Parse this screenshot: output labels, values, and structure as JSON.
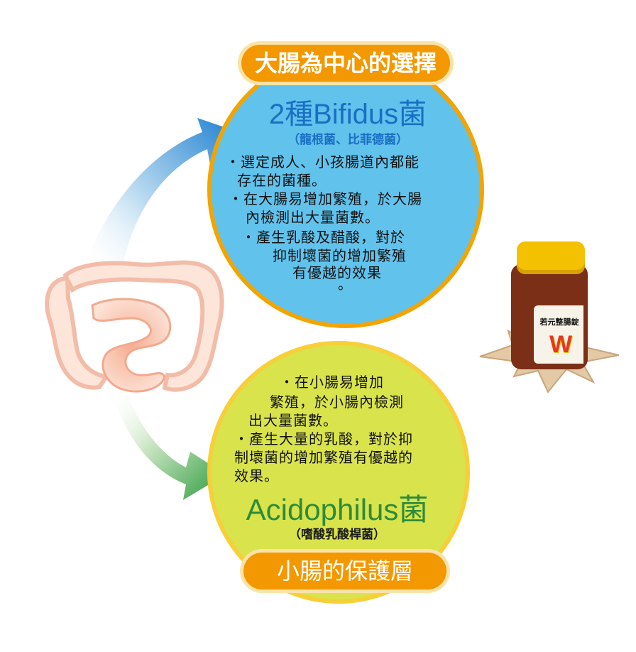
{
  "top_section": {
    "banner": "大腸為中心的選擇",
    "title": "2種Bifidus菌",
    "subtitle": "（龍根菌、比菲德菌）",
    "lines": [
      "・選定成人、小孩腸道內都能",
      "存在的菌種。",
      "・在大腸易增加繁殖，於大腸",
      "內檢測出大量菌數。",
      "・產生乳酸及醋酸，對於",
      "抑制壞菌的增加繁殖",
      "有優越的效果",
      "。"
    ]
  },
  "bottom_section": {
    "lines": [
      "・在小腸易增加",
      "繁殖，於小腸內檢測",
      "出大量菌數。",
      "・產生大量的乳酸，對於抑",
      "制壞菌的增加繁殖有優越的",
      "效果。"
    ],
    "title": "Acidophilus菌",
    "subtitle": "（嗜酸乳酸桿菌）",
    "banner": "小腸的保護層"
  },
  "product": {
    "name": "若元整腸錠",
    "logo": "W"
  },
  "colors": {
    "blue_circle": "#61c2ec",
    "green_circle": "#d9e34c",
    "banner_orange": "#f39800",
    "blue_arrow": "#1c7fd0",
    "green_arrow": "#2b9a3a",
    "intestine": "#f4b9a0"
  }
}
